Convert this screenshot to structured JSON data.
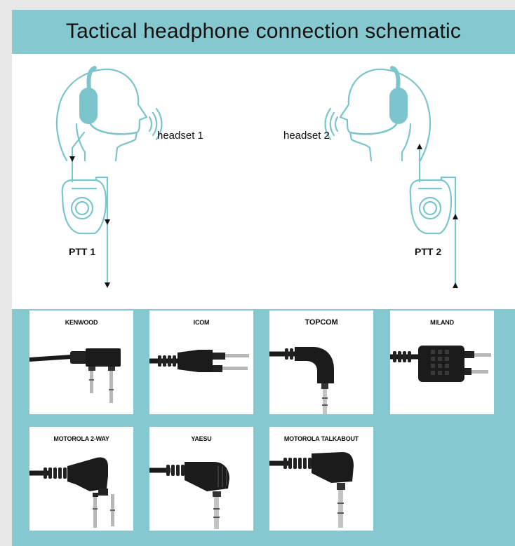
{
  "title": "Tactical headphone connection schematic",
  "colors": {
    "accent": "#86c8cf",
    "line": "#7cc5cc",
    "background": "#ffffff"
  },
  "schematic": {
    "headset_left_label": "headset 1",
    "headset_right_label": "headset 2",
    "ptt_left_label": "PTT 1",
    "ptt_right_label": "PTT 2"
  },
  "connectors": [
    {
      "label": "KENWOOD",
      "plug": "dual-pin-straight"
    },
    {
      "label": "ICOM",
      "plug": "dual-pin-horizontal"
    },
    {
      "label": "TOPCOM",
      "plug": "single-angled"
    },
    {
      "label": "MILAND",
      "plug": "dual-pin-horizontal-ribbed"
    },
    {
      "label": "MOTOROLA 2-WAY",
      "plug": "dual-pin-straight"
    },
    {
      "label": "YAESU",
      "plug": "single-angled"
    },
    {
      "label": "MOTOROLA TALKABOUT",
      "plug": "single-angled"
    }
  ]
}
